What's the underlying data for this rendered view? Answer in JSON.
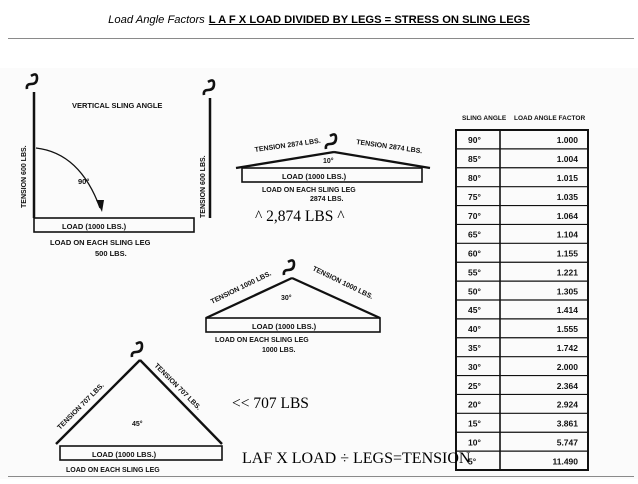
{
  "header": {
    "italic_text": "Load Angle Factors",
    "bold_text": "L A F  X  LOAD DIVIDED BY LEGS = STRESS ON SLING LEGS"
  },
  "diagram_vertical": {
    "title": "VERTICAL SLING ANGLE",
    "left_tension": "TENSION 600 LBS.",
    "right_tension": "TENSION 600 LBS.",
    "angle": "90°",
    "load": "LOAD (1000 LBS.)",
    "caption_line1": "LOAD ON EACH SLING LEG",
    "caption_line2": "500 LBS."
  },
  "diagram_10deg": {
    "left_tension": "TENSION 2874 LBS.",
    "right_tension": "TENSION 2874 LBS.",
    "angle": "10°",
    "load": "LOAD (1000 LBS.)",
    "caption_line1": "LOAD ON EACH SLING LEG",
    "caption_line2": "2874 LBS."
  },
  "diagram_30deg": {
    "left_tension": "TENSION 1000 LBS.",
    "right_tension": "TENSION 1000 LBS.",
    "angle": "30°",
    "load": "LOAD (1000 LBS.)",
    "caption_line1": "LOAD ON EACH SLING LEG",
    "caption_line2": "1000 LBS."
  },
  "diagram_45deg": {
    "left_tension": "TENSION 707 LBS.",
    "right_tension": "TENSION 707 LBS.",
    "angle": "45°",
    "load": "LOAD (1000 LBS.)",
    "caption_line1": "LOAD ON EACH SLING LEG"
  },
  "table": {
    "col1_header": "SLING ANGLE",
    "col2_header": "LOAD ANGLE FACTOR",
    "rows": [
      {
        "angle": "90°",
        "factor": "1.000"
      },
      {
        "angle": "85°",
        "factor": "1.004"
      },
      {
        "angle": "80°",
        "factor": "1.015"
      },
      {
        "angle": "75°",
        "factor": "1.035"
      },
      {
        "angle": "70°",
        "factor": "1.064"
      },
      {
        "angle": "65°",
        "factor": "1.104"
      },
      {
        "angle": "60°",
        "factor": "1.155"
      },
      {
        "angle": "55°",
        "factor": "1.221"
      },
      {
        "angle": "50°",
        "factor": "1.305"
      },
      {
        "angle": "45°",
        "factor": "1.414"
      },
      {
        "angle": "40°",
        "factor": "1.555"
      },
      {
        "angle": "35°",
        "factor": "1.742"
      },
      {
        "angle": "30°",
        "factor": "2.000"
      },
      {
        "angle": "25°",
        "factor": "2.364"
      },
      {
        "angle": "20°",
        "factor": "2.924"
      },
      {
        "angle": "15°",
        "factor": "3.861"
      },
      {
        "angle": "10°",
        "factor": "5.747"
      },
      {
        "angle": "5°",
        "factor": "11.490"
      }
    ]
  },
  "annotations": {
    "result_10deg": "^ 2,874 LBS ^",
    "result_45deg": "<<  707 LBS",
    "formula": "LAF X LOAD ÷ LEGS=TENSION"
  }
}
